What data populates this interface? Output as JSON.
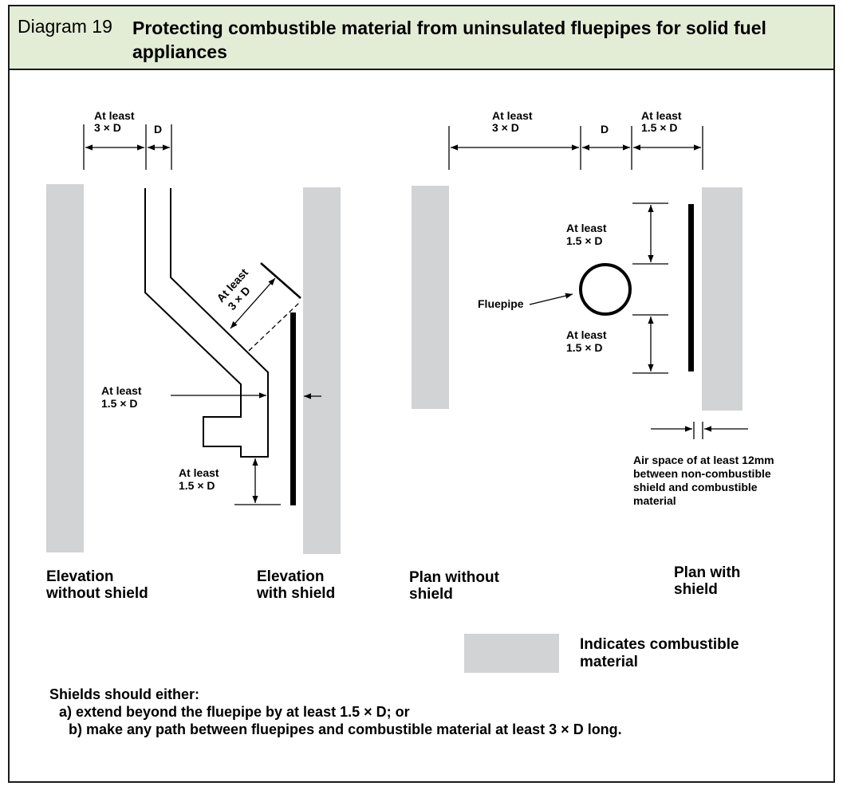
{
  "header": {
    "number": "Diagram 19",
    "title": "Protecting combustible material from uninsulated fluepipes for solid fuel appliances"
  },
  "labels": {
    "elev_top_atleast_line1": "At least",
    "elev_top_atleast_line2": "3 × D",
    "elev_top_d": "D",
    "elev_diag_line1": "At least",
    "elev_diag_line2": "3 × D",
    "elev_side_line1": "At least",
    "elev_side_line2": "1.5 × D",
    "elev_bottom_line1": "At least",
    "elev_bottom_line2": "1.5 × D",
    "plan_top_3d_line1": "At least",
    "plan_top_3d_line2": "3 × D",
    "plan_top_d": "D",
    "plan_top_15d_line1": "At least",
    "plan_top_15d_line2": "1.5 × D",
    "plan_upper_line1": "At least",
    "plan_upper_line2": "1.5 × D",
    "plan_lower_line1": "At least",
    "plan_lower_line2": "1.5 × D",
    "fluepipe": "Fluepipe",
    "air_line1": "Air space of at least 12mm",
    "air_line2": "between non-combustible",
    "air_line3": "shield and combustible",
    "air_line4": "material"
  },
  "captions": {
    "elev_without_1": "Elevation",
    "elev_without_2": "without shield",
    "elev_with_1": "Elevation",
    "elev_with_2": "with shield",
    "plan_without_1": "Plan without",
    "plan_without_2": "shield",
    "plan_with_1": "Plan with",
    "plan_with_2": "shield"
  },
  "legend": {
    "line1": "Indicates combustible",
    "line2": "material",
    "swatch_color": "#d1d3d4"
  },
  "notes": {
    "heading": "Shields should either:",
    "item_a": "a)  extend beyond the fluepipe by at least 1.5 × D; or",
    "item_b": "b)  make any path between fluepipes and combustible material at least 3 × D long."
  },
  "colors": {
    "header_bg": "#e3edd6",
    "combustible": "#d1d3d4",
    "ink": "#000000"
  }
}
